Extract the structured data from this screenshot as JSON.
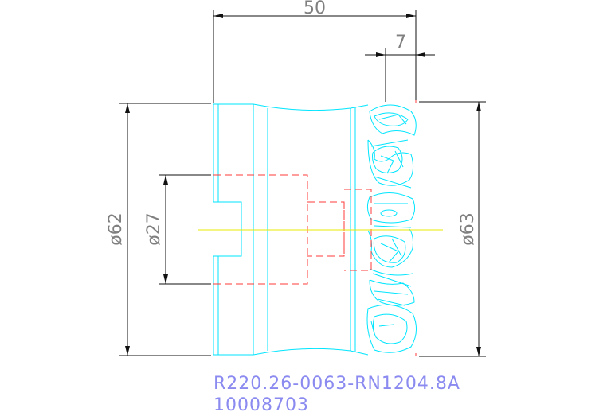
{
  "drawing": {
    "dimensions": {
      "overall_length": "50",
      "insert_width": "7",
      "body_diameter": "ø62",
      "bore_diameter": "ø27",
      "cutting_diameter": "ø63"
    },
    "part_number": "R220.26-0063-RN1204.8A",
    "item_code": "10008703",
    "colors": {
      "outline": "#00e5ff",
      "hidden_lines": "#ff3b3b",
      "centerline": "#e8e800",
      "dimensions": "#111111",
      "dimension_text": "#7f7f7f",
      "caption": "#8a8af0"
    }
  }
}
